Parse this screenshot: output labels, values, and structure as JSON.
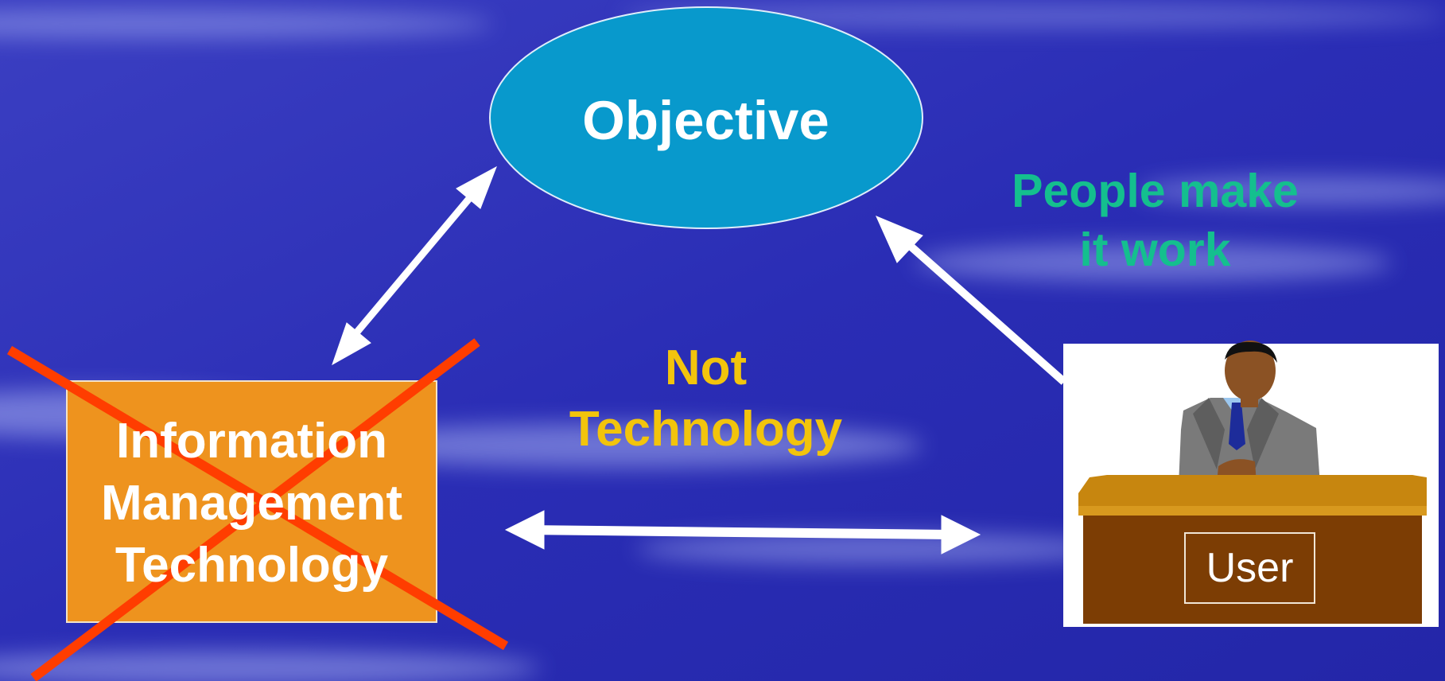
{
  "diagram": {
    "objective": {
      "label": "Objective"
    },
    "information_management_technology": {
      "lines": [
        "Information",
        "Management",
        "Technology"
      ]
    },
    "not_technology": {
      "lines": [
        "Not",
        "Technology"
      ]
    },
    "people_make_it_work": {
      "lines": [
        "People make",
        "it work"
      ]
    },
    "user": {
      "label": "User"
    }
  },
  "colors": {
    "background": "#2b2fb4",
    "objective_fill": "#0899cc",
    "box_fill": "#ee931e",
    "cross": "#ff3d00",
    "arrow": "#ffffff",
    "not_technology_text": "#f2c40c",
    "people_text": "#14bf8e",
    "desk_top": "#c7860f",
    "desk_front": "#7c3d04"
  },
  "icons": [
    "businessman-at-desk-icon"
  ]
}
